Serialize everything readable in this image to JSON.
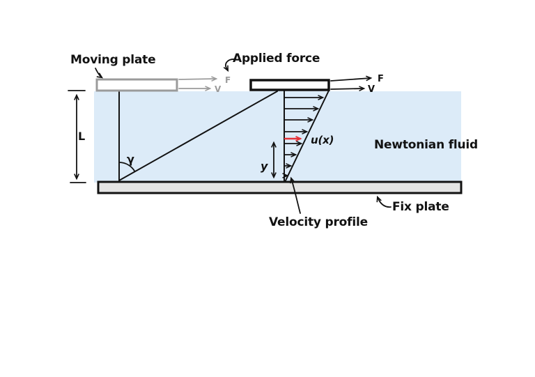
{
  "labels": {
    "moving_plate": "Moving plate",
    "applied_force": "Applied force",
    "newtonian_fluid": "Newtonian fluid",
    "velocity_profile": "Velocity profile",
    "fix_plate": "Fix plate"
  },
  "symbols": {
    "force": "F",
    "velocity": "V",
    "fluid_depth": "L",
    "shear_angle": "γ",
    "height_coordinate": "y",
    "velocity_function": "u(x)"
  },
  "colors": {
    "background": "#ffffff",
    "fluid": "#dcebf8",
    "plate_fill": "#e4e4e4",
    "ghost_gray": "#9b9b9b",
    "ink": "#121212",
    "red_arrow": "#e53238"
  }
}
